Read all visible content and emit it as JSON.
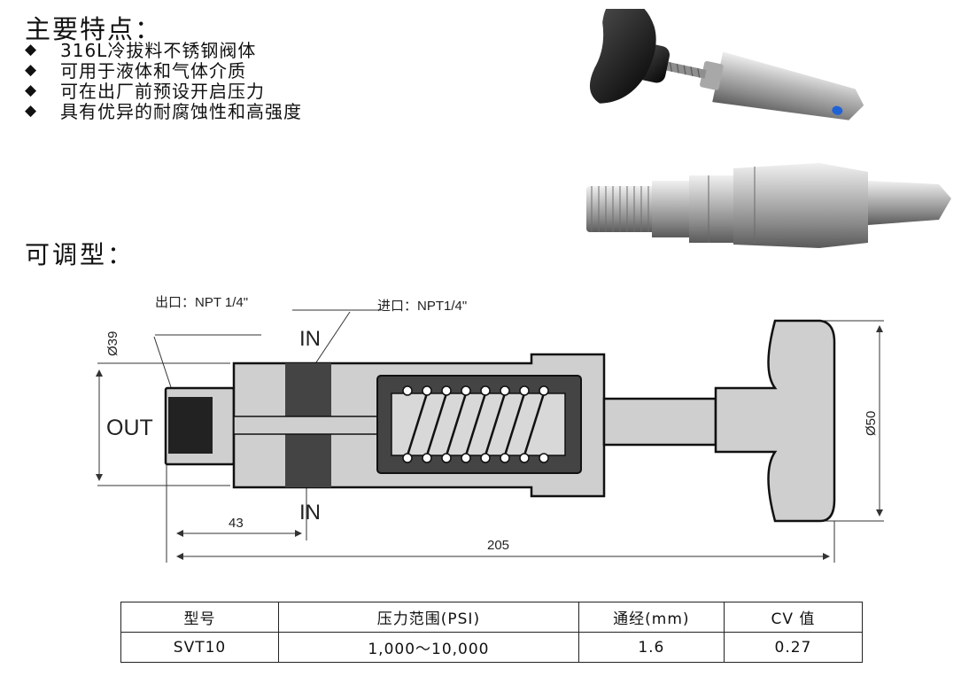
{
  "features": {
    "title": "主要特点：",
    "bullet": "◆",
    "items": [
      "316L冷拔料不锈钢阀体",
      "可用于液体和气体介质",
      "可在出厂前预设开启压力",
      "具有优异的耐腐蚀性和高强度"
    ]
  },
  "section_title": "可调型：",
  "drawing": {
    "outlet_label": "出口：NPT 1/4\"",
    "inlet_label": "进口：NPT1/4\"",
    "in_top": "IN",
    "in_bottom": "IN",
    "out": "OUT",
    "dia_left": "Ø39",
    "dia_right": "Ø50",
    "dim_43": "43",
    "dim_205": "205"
  },
  "table": {
    "headers": [
      "型号",
      "压力范围(PSI)",
      "通经(mm)",
      "CV 值"
    ],
    "rows": [
      [
        "SVT10",
        "1,000～10,000",
        "1.6",
        "0.27"
      ]
    ]
  }
}
